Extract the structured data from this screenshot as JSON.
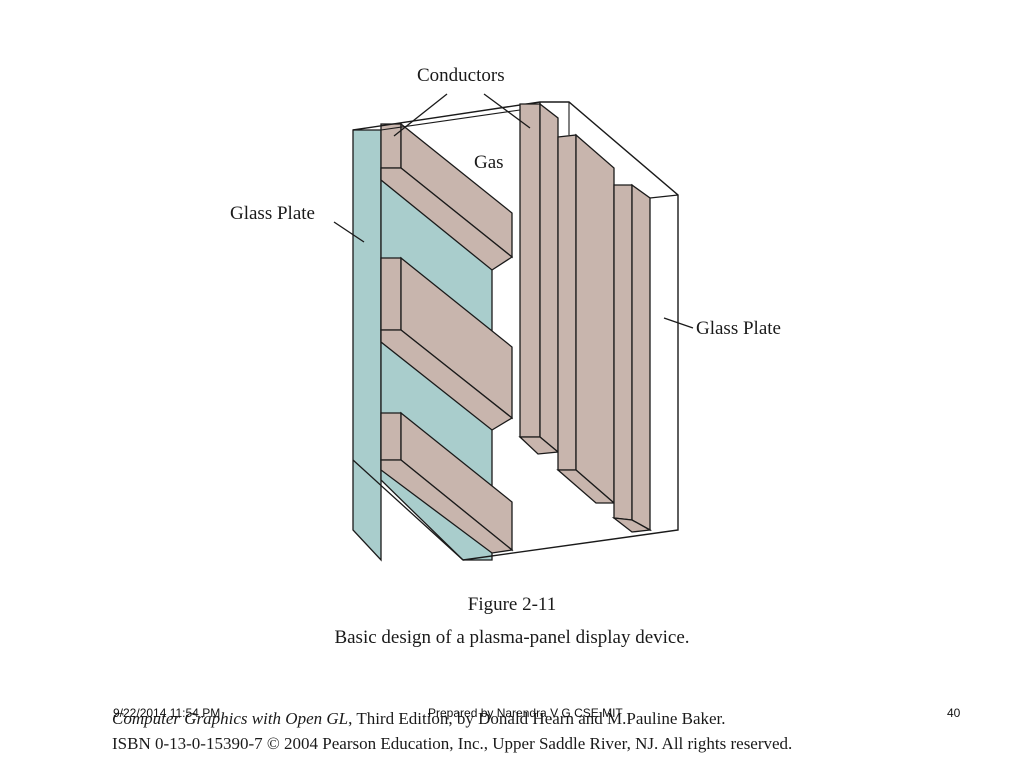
{
  "labels": {
    "conductors": "Conductors",
    "gas": "Gas",
    "glass_plate_left": "Glass Plate",
    "glass_plate_right": "Glass Plate"
  },
  "caption": {
    "figure_number": "Figure 2-11",
    "description": "Basic design of a plasma-panel display device."
  },
  "credit": {
    "book_title": "Computer Graphics with Open GL",
    "edition_text": ", Third Edition, by Donald Hearn and M.Pauline Baker.",
    "isbn_line": "ISBN 0-13-0-15390-7 © 2004 Pearson Education, Inc., Upper Saddle River, NJ. All rights reserved."
  },
  "footer": {
    "date": "9/22/2014 11:54 PM",
    "center": "Prepared by Narendra V G CSE MIT",
    "page_number": "40"
  },
  "colors": {
    "glass": "#a9cdcc",
    "conductor": "#c8b5ad",
    "outline": "#1a1a1a"
  }
}
